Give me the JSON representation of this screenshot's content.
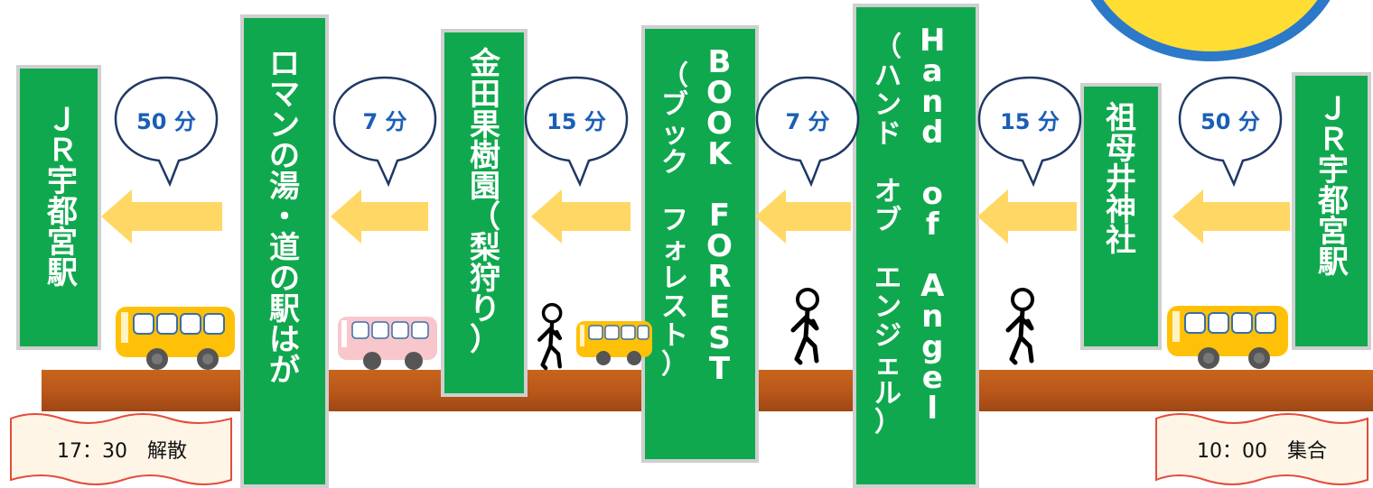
{
  "schedule": {
    "start": "10：00　集合",
    "end": "17：30　解散",
    "banner": ""
  },
  "stations": [
    {
      "id": "jr-start",
      "name": "ＪＲ宇都宮駅"
    },
    {
      "id": "sobo-shrine",
      "name": "祖母井神社"
    },
    {
      "id": "hand-of-angel",
      "name_en": "Hand of Angel",
      "name_ja": "（ハンド オブ エンジェル）"
    },
    {
      "id": "book-forest",
      "name_en": "BOOK FOREST",
      "name_ja": "（ブック フォレスト）"
    },
    {
      "id": "kaneda-orchard",
      "name": "金田果樹園（梨狩り）"
    },
    {
      "id": "roman-no-yu",
      "name": "ロマンの湯・道の駅はが"
    },
    {
      "id": "jr-end",
      "name": "ＪＲ宇都宮駅"
    }
  ],
  "legs": [
    {
      "time": "50 分",
      "mode": "bus"
    },
    {
      "time": "15 分",
      "mode": "walk"
    },
    {
      "time": "7 分",
      "mode": "walk"
    },
    {
      "time": "15 分",
      "mode": "walk"
    },
    {
      "time": "7 分",
      "mode": "bus"
    },
    {
      "time": "50 分",
      "mode": "bus"
    }
  ],
  "colors": {
    "station_green": "#10a84e",
    "arrow_yellow": "#ffd764",
    "bubble_text": "#1b5fb5",
    "road_brown": "#b9561a",
    "bus_yellow": "#ffc107",
    "bus_pink": "#f8c7cc"
  }
}
